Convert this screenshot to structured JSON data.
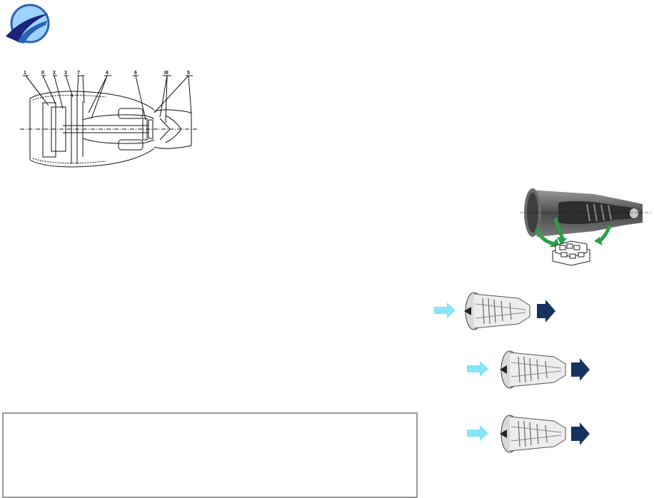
{
  "logo": {
    "icon": "airline-logo-icon",
    "colors": {
      "ring": "#2a63b4",
      "wing": "#1a237e",
      "sky": "#9fd3ff"
    }
  },
  "diagram": {
    "callouts": [
      {
        "label": "1"
      },
      {
        "label": "II"
      },
      {
        "label": "2"
      },
      {
        "label": "3"
      },
      {
        "label": "7"
      },
      {
        "label": "4"
      },
      {
        "label": "6"
      },
      {
        "label": "III"
      },
      {
        "label": "5"
      }
    ]
  },
  "module_illustration": {
    "icon": "engine-module-cutaway-icon",
    "colors": {
      "engine": "#5a5a5a",
      "arrow": "#2aa048"
    }
  },
  "airflow_rows": [
    {
      "icon": "turbofan-cutaway-icon",
      "inlet_color": "#86e4f8",
      "outlet_color": "#16325e"
    },
    {
      "icon": "turbofan-cutaway-icon",
      "inlet_color": "#86e4f8",
      "outlet_color": "#16325e"
    },
    {
      "icon": "turbofan-cutaway-icon",
      "inlet_color": "#86e4f8",
      "outlet_color": "#16325e"
    }
  ],
  "text_box": {
    "border_color": "#9a9a9a"
  }
}
